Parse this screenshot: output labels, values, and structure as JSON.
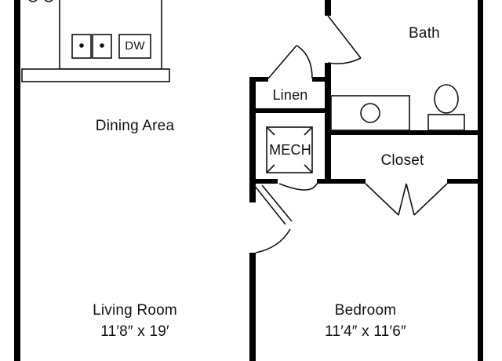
{
  "plan": {
    "rooms": {
      "bath": "Bath",
      "linen": "Linen",
      "dining": "Dining Area",
      "mech": "MECH",
      "closet": "Closet",
      "living": {
        "name": "Living Room",
        "size": "11′8″ x 19′"
      },
      "bedroom": {
        "name": "Bedroom",
        "size": "11′4″ x 11′6″"
      }
    },
    "fixtures": {
      "dishwasher": "DW"
    },
    "colors": {
      "wall": "#000000",
      "line": "#111111",
      "background": "#ffffff"
    }
  }
}
